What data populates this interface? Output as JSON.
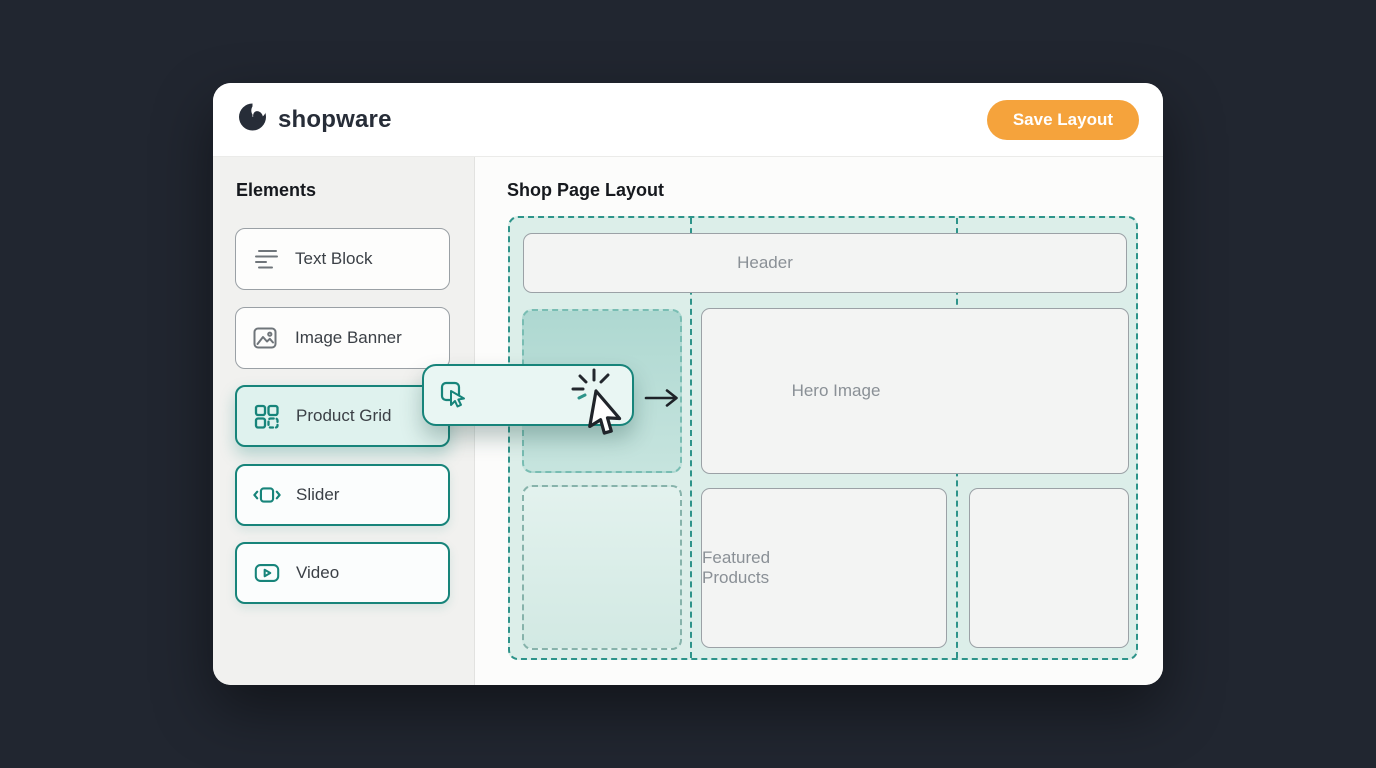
{
  "app": {
    "brand": "shopware",
    "colors": {
      "background": "#212630",
      "accent_teal": "#17847a",
      "accent_orange": "#f5a33c",
      "canvas_mint": "#dceee9"
    }
  },
  "topbar": {
    "save_button_label": "Save Layout"
  },
  "sidebar": {
    "title": "Elements",
    "items": [
      {
        "label": "Text Block",
        "icon": "text-lines-icon",
        "state": "default"
      },
      {
        "label": "Image Banner",
        "icon": "image-icon",
        "state": "default"
      },
      {
        "label": "Product Grid",
        "icon": "grid-icon",
        "state": "dragging"
      },
      {
        "label": "Slider",
        "icon": "slider-icon",
        "state": "teal"
      },
      {
        "label": "Video",
        "icon": "video-icon",
        "state": "teal"
      }
    ]
  },
  "main": {
    "title": "Shop Page Layout",
    "canvas": {
      "cells": [
        {
          "name": "header",
          "label": "Header"
        },
        {
          "name": "hero-image",
          "label": "Hero Image"
        },
        {
          "name": "featured",
          "label": "Featured Products"
        },
        {
          "name": "side-box",
          "label": ""
        },
        {
          "name": "drop-target",
          "label": ""
        },
        {
          "name": "empty-slot",
          "label": ""
        }
      ]
    }
  }
}
